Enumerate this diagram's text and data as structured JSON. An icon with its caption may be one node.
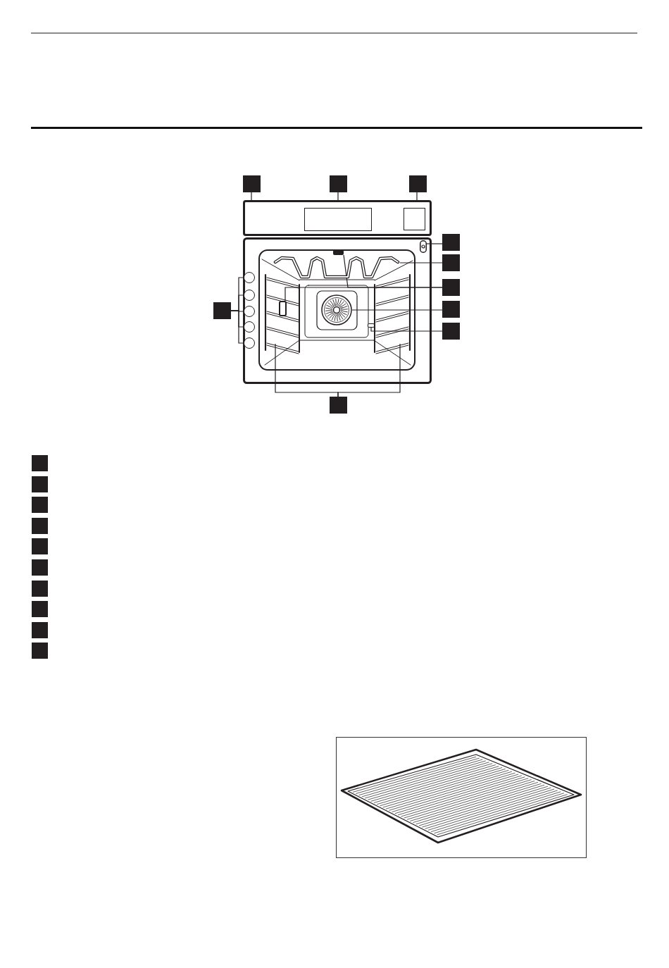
{
  "diagram": {
    "nodes": [
      {
        "text": [],
        "shape": "box"
      },
      {
        "text": [],
        "shape": "box"
      },
      {
        "text": [],
        "shape": "box"
      },
      {
        "text": [],
        "shape": "box"
      },
      {
        "text": [],
        "shape": "box",
        "in": 3
      },
      {
        "text": [],
        "shape": "box",
        "in": 3
      },
      {
        "text": [],
        "shape": "box"
      },
      {
        "text": [],
        "shape": "picture"
      },
      {
        "text": [],
        "shape": "box"
      },
      {
        "text": [],
        "shape": "picture"
      },
      {
        "text": [],
        "shape": "box"
      },
      {
        "text": [],
        "shape": "box"
      },
      {
        "text": [],
        "shape": "box"
      },
      {
        "text": [],
        "shape": "box"
      },
      {
        "text": [],
        "shape": "picture"
      },
      {
        "text": [],
        "shape": "box"
      },
      {
        "text": [],
        "shape": "box"
      },
      {
        "text": [],
        "shape": "box"
      },
      {
        "text": [],
        "shape": "box"
      },
      {
        "text": [],
        "shape": "circle"
      },
      {
        "text": [],
        "shape": "circle"
      },
      {
        "text": [],
        "shape": "circle"
      },
      {
        "text": [],
        "shape": "circle"
      },
      {
        "text": [],
        "shape": "circle"
      },
      {
        "text": [],
        "shape": "box"
      },
      {
        "text": [],
        "shape": "box"
      },
      {
        "text": [],
        "shape": "box"
      },
      {
        "text": [],
        "shape": "box"
      },
      {
        "text": [],
        "shape": "box"
      },
      {
        "text": [],
        "shape": "box"
      },
      {
        "text": [],
        "shape": "box"
      },
      {
        "text": [],
        "shape": "box"
      },
      {
        "text": [],
        "shape": "box"
      },
      {
        "text": [],
        "shape": "box"
      }
    ],
    "edges": [
      {
        "from": 0,
        "to": 3,
        "arrow": "none"
      },
      {
        "from": 1,
        "to": 4,
        "arrow": "none"
      },
      {
        "from": 2,
        "to": 5,
        "arrow": "none"
      },
      {
        "from": 6,
        "to": 7,
        "arrow": "none"
      },
      {
        "from": 8,
        "to": 9,
        "arrow": "none"
      },
      {
        "from": 10,
        "to": 11,
        "arrow": "none"
      },
      {
        "from": 10,
        "to": 12,
        "arrow": "none"
      },
      {
        "from": 13,
        "to": 14,
        "arrow": "none"
      },
      {
        "from": 15,
        "to": 16,
        "arrow": "none"
      },
      {
        "from": 17,
        "to": null,
        "arrow": "none"
      },
      {
        "from": 17,
        "to": null,
        "arrow": "none"
      },
      {
        "from": 18,
        "to": 19,
        "arrow": "none"
      },
      {
        "from": 18,
        "to": 20,
        "arrow": "none"
      },
      {
        "from": 18,
        "to": 21,
        "arrow": "none"
      },
      {
        "from": 18,
        "to": 22,
        "arrow": "none"
      },
      {
        "from": 18,
        "to": 23,
        "arrow": "none"
      }
    ]
  }
}
